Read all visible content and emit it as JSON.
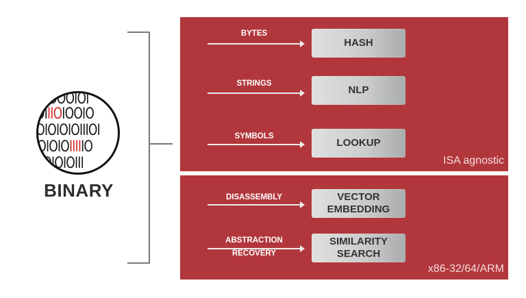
{
  "binary": {
    "label": "BINARY",
    "icon": "binary-magnifier-icon",
    "rows": [
      {
        "pre": "OOOIOI",
        "red": "",
        "post": ""
      },
      {
        "pre": "OI",
        "red": "IIO",
        "post": "IOOIO"
      },
      {
        "pre": "IOIOIOIOIIIOI",
        "red": "",
        "post": ""
      },
      {
        "pre": "IOIOIO",
        "red": "IIII",
        "post": "IO"
      },
      {
        "pre": "IOIOIOIII",
        "red": "",
        "post": ""
      }
    ]
  },
  "panels": {
    "top": {
      "note": "ISA agnostic",
      "rows": [
        {
          "input": "BYTES",
          "input2": "",
          "output": "HASH",
          "output2": ""
        },
        {
          "input": "STRINGS",
          "input2": "",
          "output": "NLP",
          "output2": ""
        },
        {
          "input": "SYMBOLS",
          "input2": "",
          "output": "LOOKUP",
          "output2": ""
        }
      ]
    },
    "bottom": {
      "note": "x86-32/64/ARM",
      "rows": [
        {
          "input": "DISASSEMBLY",
          "input2": "",
          "output": "VECTOR",
          "output2": "EMBEDDING"
        },
        {
          "input": "ABSTRACTION",
          "input2": "RECOVERY",
          "output": "SIMILARITY",
          "output2": "SEARCH"
        }
      ]
    }
  },
  "colors": {
    "panel": "#b2373c",
    "accent_red": "#d02a2a",
    "bracket": "#777777"
  }
}
